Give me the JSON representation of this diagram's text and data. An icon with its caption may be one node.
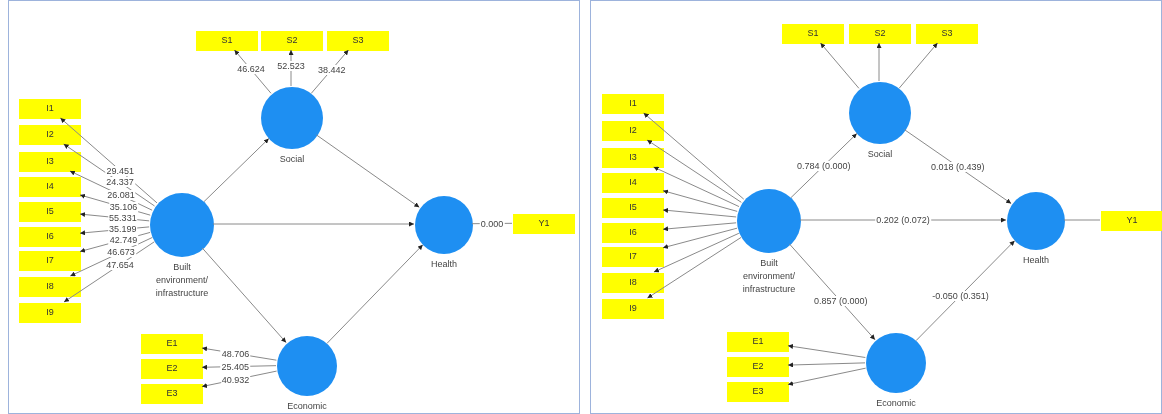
{
  "diagram": {
    "nodes": [
      {
        "text": [],
        "shape": "box"
      },
      {
        "text": [
          "S1"
        ],
        "in": 0
      },
      {
        "text": [
          "S2"
        ],
        "in": 0
      },
      {
        "text": [
          "S3"
        ],
        "in": 0
      },
      {
        "text": [
          "I1"
        ],
        "in": 0
      },
      {
        "text": [
          "I2"
        ],
        "in": 0
      },
      {
        "text": [
          "I3"
        ],
        "in": 0
      },
      {
        "text": [
          "I4"
        ],
        "in": 0
      },
      {
        "text": [
          "I5"
        ],
        "in": 0
      },
      {
        "text": [
          "I6"
        ],
        "in": 0
      },
      {
        "text": [
          "I7"
        ],
        "in": 0
      },
      {
        "text": [
          "I8"
        ],
        "in": 0
      },
      {
        "text": [
          "I9"
        ],
        "in": 0
      },
      {
        "text": [
          "Social"
        ],
        "in": 0
      },
      {
        "text": [
          "Built environment/ infrastructure"
        ],
        "in": 0
      },
      {
        "text": [
          "Health"
        ],
        "in": 0
      },
      {
        "text": [
          "Y1"
        ],
        "in": 0
      },
      {
        "text": [
          "E1"
        ],
        "in": 0
      },
      {
        "text": [
          "E2"
        ],
        "in": 0
      },
      {
        "text": [
          "E3"
        ],
        "in": 0
      },
      {
        "text": [
          "Economic"
        ],
        "in": 0
      },
      {
        "text": [],
        "shape": "box"
      },
      {
        "text": [
          "S1"
        ],
        "in": 21
      },
      {
        "text": [
          "S2"
        ],
        "in": 21
      },
      {
        "text": [
          "S3"
        ],
        "in": 21
      },
      {
        "text": [
          "I1"
        ],
        "in": 21
      },
      {
        "text": [
          "I2"
        ],
        "in": 21
      },
      {
        "text": [
          "I3"
        ],
        "in": 21
      },
      {
        "text": [
          "I4"
        ],
        "in": 21
      },
      {
        "text": [
          "I5"
        ],
        "in": 21
      },
      {
        "text": [
          "I6"
        ],
        "in": 21
      },
      {
        "text": [
          "I7"
        ],
        "in": 21
      },
      {
        "text": [
          "I8"
        ],
        "in": 21
      },
      {
        "text": [
          "I9"
        ],
        "in": 21
      },
      {
        "text": [
          "Social"
        ],
        "in": 21
      },
      {
        "text": [
          "Built environment/ infrastructure"
        ],
        "in": 21
      },
      {
        "text": [
          "Health"
        ],
        "in": 21
      },
      {
        "text": [
          "Y1"
        ],
        "in": 21
      },
      {
        "text": [
          "E1"
        ],
        "in": 21
      },
      {
        "text": [
          "E2"
        ],
        "in": 21
      },
      {
        "text": [
          "E3"
        ],
        "in": 21
      },
      {
        "text": [
          "Economic"
        ],
        "in": 21
      }
    ],
    "edges": [
      {
        "from": 13,
        "to": 1,
        "arrow": "to",
        "label": "46.624"
      },
      {
        "from": 13,
        "to": 2,
        "arrow": "to",
        "label": "52.523"
      },
      {
        "from": 13,
        "to": 3,
        "arrow": "to",
        "label": "38.442"
      },
      {
        "from": 14,
        "to": 4,
        "arrow": "to",
        "label": "29.451"
      },
      {
        "from": 14,
        "to": 5,
        "arrow": "to",
        "label": "24.337"
      },
      {
        "from": 14,
        "to": 6,
        "arrow": "to",
        "label": "26.081"
      },
      {
        "from": 14,
        "to": 7,
        "arrow": "to",
        "label": "35.106"
      },
      {
        "from": 14,
        "to": 8,
        "arrow": "to",
        "label": "55.331"
      },
      {
        "from": 14,
        "to": 9,
        "arrow": "to",
        "label": "35.199"
      },
      {
        "from": 14,
        "to": 10,
        "arrow": "to",
        "label": "42.749"
      },
      {
        "from": 14,
        "to": 11,
        "arrow": "to",
        "label": "46.673"
      },
      {
        "from": 14,
        "to": 12,
        "arrow": "to",
        "label": "47.654"
      },
      {
        "from": 14,
        "to": 13,
        "arrow": "to"
      },
      {
        "from": 14,
        "to": 15,
        "arrow": "to"
      },
      {
        "from": 14,
        "to": 20,
        "arrow": "to"
      },
      {
        "from": 13,
        "to": 15,
        "arrow": "to"
      },
      {
        "from": 20,
        "to": 15,
        "arrow": "to"
      },
      {
        "from": 15,
        "to": 16,
        "arrow": "none",
        "label": "0.000"
      },
      {
        "from": 20,
        "to": 17,
        "arrow": "to",
        "label": "48.706"
      },
      {
        "from": 20,
        "to": 18,
        "arrow": "to",
        "label": "25.405"
      },
      {
        "from": 20,
        "to": 19,
        "arrow": "to",
        "label": "40.932"
      },
      {
        "from": 34,
        "to": 22,
        "arrow": "to"
      },
      {
        "from": 34,
        "to": 23,
        "arrow": "to"
      },
      {
        "from": 34,
        "to": 24,
        "arrow": "to"
      },
      {
        "from": 35,
        "to": 25,
        "arrow": "to"
      },
      {
        "from": 35,
        "to": 26,
        "arrow": "to"
      },
      {
        "from": 35,
        "to": 27,
        "arrow": "to"
      },
      {
        "from": 35,
        "to": 28,
        "arrow": "to"
      },
      {
        "from": 35,
        "to": 29,
        "arrow": "to"
      },
      {
        "from": 35,
        "to": 30,
        "arrow": "to"
      },
      {
        "from": 35,
        "to": 31,
        "arrow": "to"
      },
      {
        "from": 35,
        "to": 32,
        "arrow": "to"
      },
      {
        "from": 35,
        "to": 33,
        "arrow": "to"
      },
      {
        "from": 35,
        "to": 34,
        "arrow": "to",
        "label": "0.784 (0.000)"
      },
      {
        "from": 35,
        "to": 36,
        "arrow": "to",
        "label": "0.202 (0.072)"
      },
      {
        "from": 35,
        "to": 41,
        "arrow": "to",
        "label": "0.857 (0.000)"
      },
      {
        "from": 34,
        "to": 36,
        "arrow": "to",
        "label": "0.018 (0.439)"
      },
      {
        "from": 41,
        "to": 36,
        "arrow": "to",
        "label": "-0.050 (0.351)"
      },
      {
        "from": 36,
        "to": 37,
        "arrow": "none"
      },
      {
        "from": 41,
        "to": 38,
        "arrow": "to"
      },
      {
        "from": 41,
        "to": 39,
        "arrow": "to"
      },
      {
        "from": 41,
        "to": 40,
        "arrow": "to"
      }
    ]
  }
}
